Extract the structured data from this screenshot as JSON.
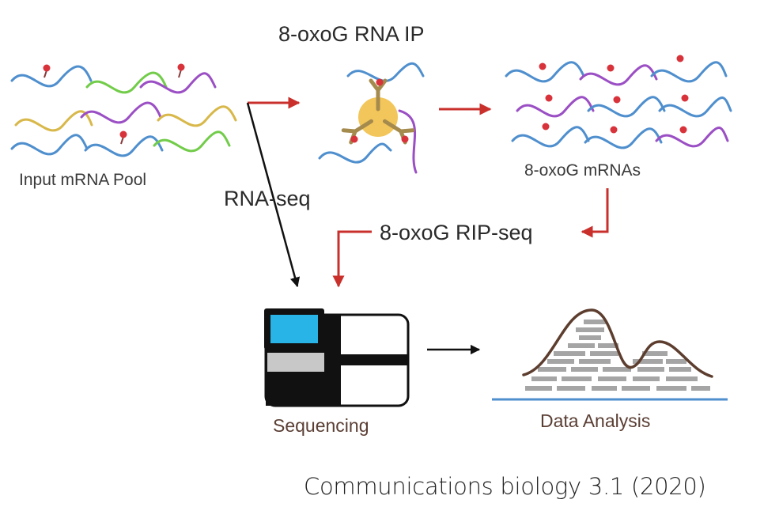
{
  "labels": {
    "ip_title": "8-oxoG RNA IP",
    "input_pool": "Input mRNA Pool",
    "oxog_mrnas": "8-oxoG mRNAs",
    "rna_seq": "RNA-seq",
    "rip_seq": "8-oxoG RIP-seq",
    "sequencing": "Sequencing",
    "data_analysis": "Data Analysis"
  },
  "citation": "Communications biology 3.1 (2020)",
  "colors": {
    "mrna_blue": "#4f8fce",
    "mrna_green": "#72cc4a",
    "mrna_purple": "#9b4fc4",
    "mrna_yellow": "#d8b84a",
    "oxog_mark": "#d8323a",
    "flow_arrow_red": "#c9302c",
    "flow_arrow_black": "#111111",
    "bead": "#f2c65a",
    "antibody": "#a58a4e",
    "screen": "#28b4e6",
    "density_curve": "#5c3d2e",
    "reads": "#a5a5a5",
    "baseline": "#4f8fce"
  }
}
